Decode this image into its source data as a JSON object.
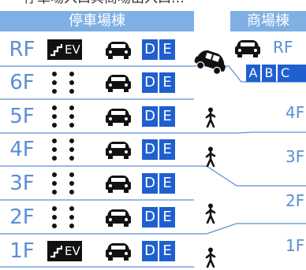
{
  "top_caption": "停車場入口與商場出入口…",
  "parking": {
    "header": "停車場棟",
    "exit_letters": [
      "D",
      "E"
    ],
    "floors": [
      {
        "label": "RF",
        "elevator": true,
        "ev": "EV"
      },
      {
        "label": "6F",
        "elevator": false
      },
      {
        "label": "5F",
        "elevator": false
      },
      {
        "label": "4F",
        "elevator": false
      },
      {
        "label": "3F",
        "elevator": false
      },
      {
        "label": "2F",
        "elevator": false
      },
      {
        "label": "1F",
        "elevator": true,
        "ev": "EV"
      }
    ]
  },
  "mall": {
    "header": "商場棟",
    "rf_label": "RF",
    "entrances": [
      "A",
      "B",
      "C"
    ],
    "floors": [
      "4F",
      "3F",
      "2F",
      "1F"
    ]
  },
  "colors": {
    "header_bg": "#7fb0e4",
    "label": "#5b8ed6",
    "exit_box": "#1f5fd0",
    "line": "#5b8ed6"
  }
}
